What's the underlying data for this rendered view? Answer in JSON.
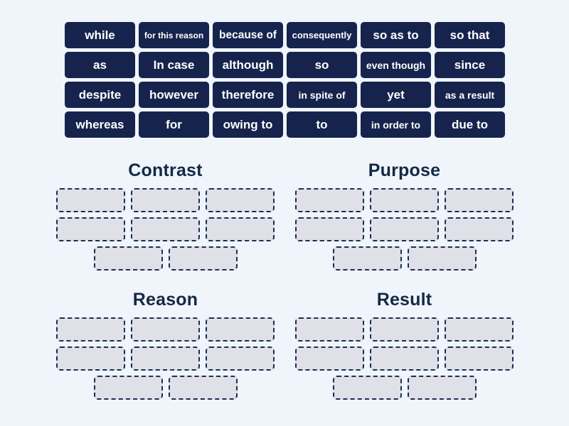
{
  "colors": {
    "page_bg": "#f0f5fc",
    "tile_bg": "#16244d",
    "tile_text": "#ffffff",
    "slot_bg": "#e0e0e9",
    "slot_border": "#1e2c4f",
    "title_text": "#142943"
  },
  "word_bank": {
    "rows": 4,
    "cols": 6,
    "tiles": [
      "while",
      "for this reason",
      "because of",
      "consequently",
      "so as to",
      "so that",
      "as",
      "In case",
      "although",
      "so",
      "even though",
      "since",
      "despite",
      "however",
      "therefore",
      "in spite of",
      "yet",
      "as a result",
      "whereas",
      "for",
      "owing to",
      "to",
      "in order to",
      "due to"
    ]
  },
  "slot_rows": [
    3,
    3,
    2
  ],
  "categories": [
    {
      "label": "Contrast",
      "slot_count": 8
    },
    {
      "label": "Purpose",
      "slot_count": 8
    },
    {
      "label": "Reason",
      "slot_count": 8
    },
    {
      "label": "Result",
      "slot_count": 8
    }
  ]
}
